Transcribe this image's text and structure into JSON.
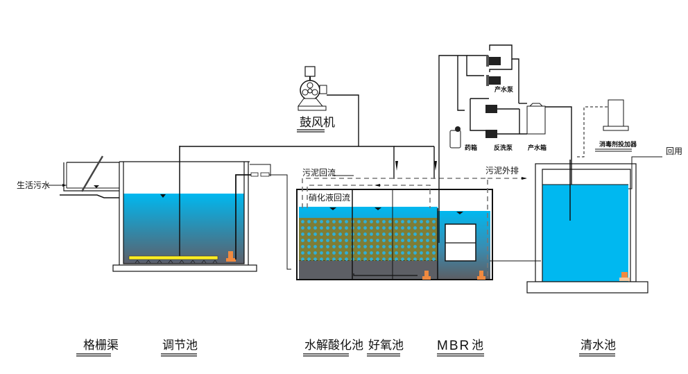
{
  "diagram": {
    "type": "wastewater-treatment-process-flow",
    "units": [
      {
        "id": "screen-channel",
        "label": "格栅渠"
      },
      {
        "id": "equalization-tank",
        "label": "调节池"
      },
      {
        "id": "hydrolysis-tank",
        "label": "水解酸化池"
      },
      {
        "id": "aerobic-tank",
        "label": "好氧池"
      },
      {
        "id": "mbr-tank",
        "label_prefix": "MBR",
        "label_suffix": "池"
      },
      {
        "id": "clear-water-tank",
        "label": "清水池"
      }
    ],
    "equipment": {
      "blower": "鼓风机",
      "product_pump": "产水泵",
      "chemical_tank": "药箱",
      "backwash_pump": "反洗泵",
      "product_water_tank": "产水箱",
      "disinfectant_dosing": "消毒剂投加器"
    },
    "flows": {
      "inlet": "生活污水",
      "sludge_return": "污泥回流",
      "nitrate_return": "硝化液回流",
      "sludge_discharge": "污泥外排",
      "reuse": "回用"
    },
    "colors": {
      "water": "#00b4ef",
      "water_dark": "#5a6470",
      "media": "#8a8a2a",
      "aerator": "#ffee22",
      "pump": "#f08a40",
      "line": "#111111",
      "dash": "#777777"
    }
  }
}
